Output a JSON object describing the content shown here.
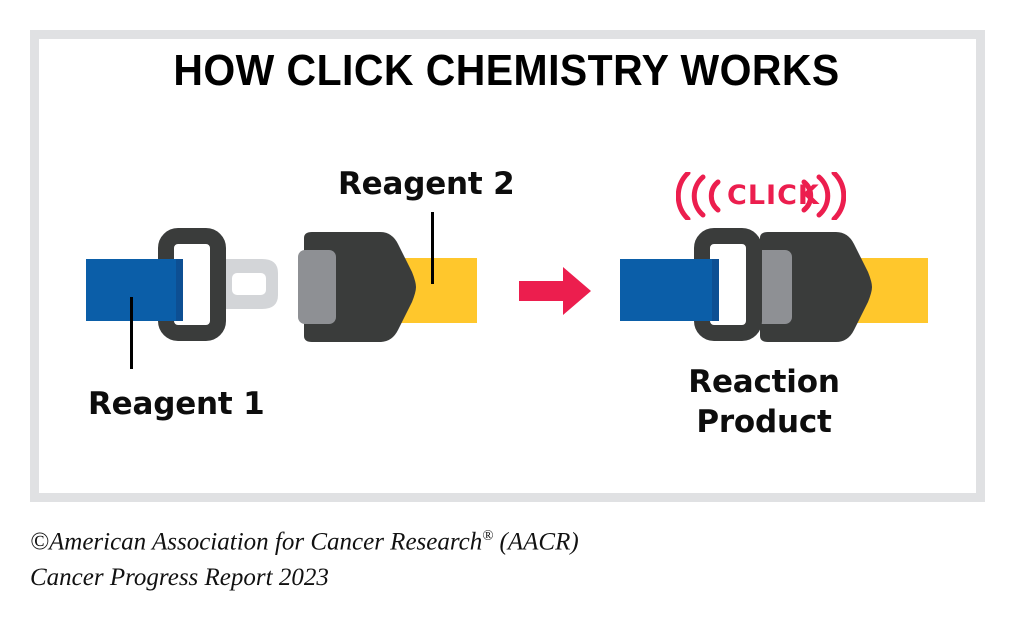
{
  "figure": {
    "title": "HOW CLICK CHEMISTRY WORKS",
    "border_color": "#e0e1e3",
    "background": "#ffffff"
  },
  "labels": {
    "reagent_1": "Reagent 1",
    "reagent_2": "Reagent 2",
    "reaction_product_line1": "Reaction",
    "reaction_product_line2": "Product",
    "click": "CLICK"
  },
  "colors": {
    "blue_strap": "#0b5ea8",
    "blue_strap_edge": "#0d4f93",
    "yellow_strap": "#ffc72c",
    "buckle_dark": "#3a3c3b",
    "tongue_gray": "#d3d5d8",
    "button_gray": "#8e9094",
    "accent_red": "#ec1e4e",
    "text_black": "#0d0d0d"
  },
  "icons": {
    "arrow": "right-arrow-icon",
    "click_burst": "click-sound-waves-icon",
    "reagent_1": "seatbelt-tongue-icon",
    "reagent_2": "seatbelt-buckle-icon",
    "reaction_product": "seatbelt-fastened-icon"
  },
  "caption": {
    "line1_before": "©American Association for Cancer Research",
    "line1_mark": "®",
    "line1_after": " (AACR)",
    "line2": "Cancer Progress Report 2023"
  }
}
